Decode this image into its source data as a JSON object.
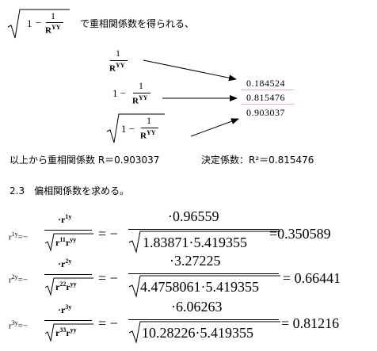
{
  "intro": {
    "one": "1",
    "minus": "−",
    "frac_num": "1",
    "frac_den": "R",
    "frac_den_sup": "YY",
    "text": "で重相関係数を得られる、"
  },
  "diagram": {
    "left_items": [
      {
        "num": "1",
        "den": "R",
        "den_sup": "YY",
        "prefix": ""
      },
      {
        "num": "1",
        "den": "R",
        "den_sup": "YY",
        "prefix": "1 −"
      },
      {
        "num": "1",
        "den": "R",
        "den_sup": "YY",
        "prefix": "1 −"
      }
    ],
    "results": [
      "0.184524",
      "0.815476",
      "0.903037"
    ]
  },
  "summary": {
    "left": "以上から重相関係数 R＝0.903037",
    "right": "決定係数：R²＝0.815476"
  },
  "section": {
    "heading": "2.3　偏相関係数を求める。"
  },
  "equations": [
    {
      "lhs": "r",
      "lhs_sup": "1y",
      "eq": "=−",
      "num": "·r",
      "num_sup": "1y",
      "den": "r",
      "den_sup1": "11",
      "den2": "r",
      "den_sup2": "yy",
      "eq2": "= −",
      "num2": "·0.96559",
      "den3": "1.83871·5.419355",
      "result": "=0.350589"
    },
    {
      "lhs": "r",
      "lhs_sup": "2y",
      "eq": "=−",
      "num": "·r",
      "num_sup": "2y",
      "den": "r",
      "den_sup1": "22",
      "den2": "r",
      "den_sup2": "yy",
      "eq2": "= −",
      "num2": "·3.27225",
      "den3": "4.4758061·5.419355",
      "result": "= 0.66441"
    },
    {
      "lhs": "r",
      "lhs_sup": "3y",
      "eq": "=−",
      "num": "·r",
      "num_sup": "3y",
      "den": "r",
      "den_sup1": "33",
      "den2": "r",
      "den_sup2": "yy",
      "eq2": "= −",
      "num2": "·6.06263",
      "den3": "10.28226·5.419355",
      "result": "= 0.81216"
    }
  ]
}
